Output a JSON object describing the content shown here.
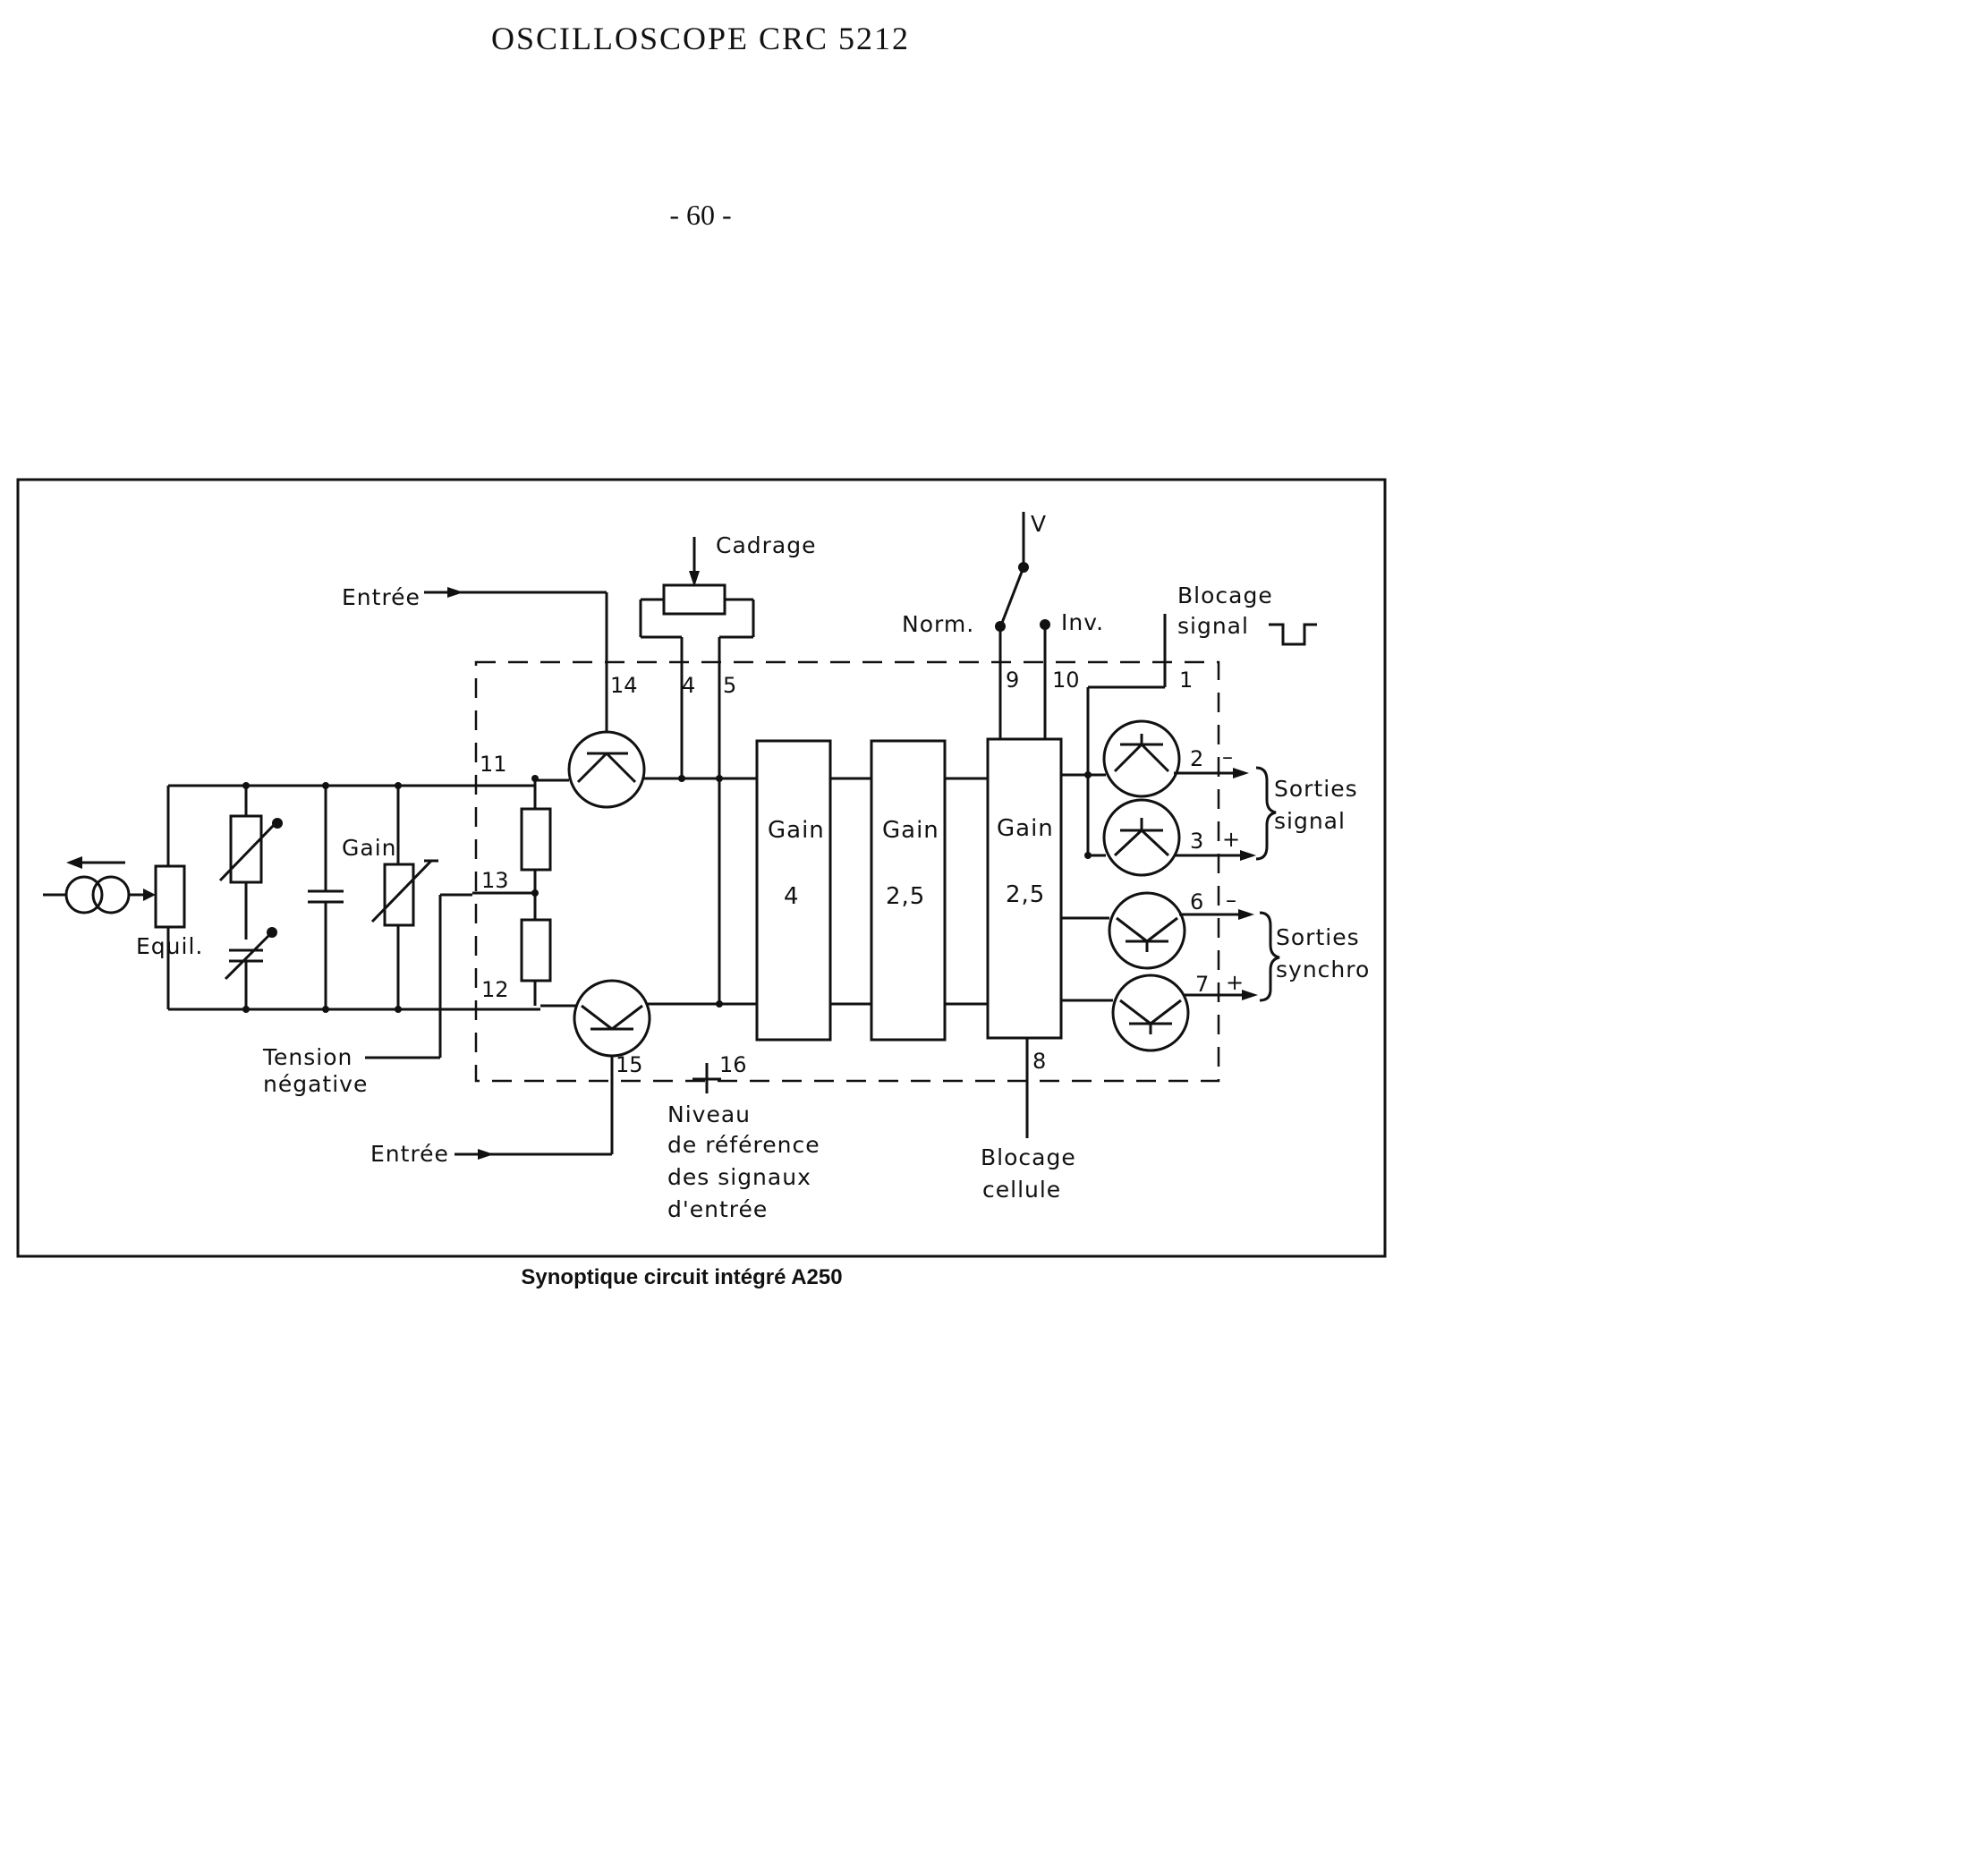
{
  "header": {
    "title": "OSCILLOSCOPE CRC 5212",
    "page_number": "- 60 -"
  },
  "caption": "Synoptique circuit intégré A250",
  "labels": {
    "entree_top": "Entrée",
    "entree_bottom": "Entrée",
    "cadrage": "Cadrage",
    "v": "V",
    "norm": "Norm.",
    "inv": "Inv.",
    "blocage_signal_1": "Blocage",
    "blocage_signal_2": "signal",
    "equil": "Equil.",
    "gain_pot": "Gain",
    "tension_1": "Tension",
    "tension_2": "négative",
    "niveau_1": "Niveau",
    "niveau_2": "de référence",
    "niveau_3": "des signaux",
    "niveau_4": "d'entrée",
    "blocage_cellule_1": "Blocage",
    "blocage_cellule_2": "cellule",
    "sorties_signal_1": "Sorties",
    "sorties_signal_2": "signal",
    "sorties_synchro_1": "Sorties",
    "sorties_synchro_2": "synchro"
  },
  "gain_blocks": [
    {
      "label": "Gain",
      "value": "4"
    },
    {
      "label": "Gain",
      "value": "2,5"
    },
    {
      "label": "Gain",
      "value": "2,5"
    }
  ],
  "pins": {
    "p1": "1",
    "p2": "2",
    "p3": "3",
    "p4": "4",
    "p5": "5",
    "p6": "6",
    "p7": "7",
    "p8": "8",
    "p9": "9",
    "p10": "10",
    "p11": "11",
    "p12": "12",
    "p13": "13",
    "p14": "14",
    "p15": "15",
    "p16": "16"
  },
  "signs": {
    "minus": "–",
    "plus": "+"
  }
}
